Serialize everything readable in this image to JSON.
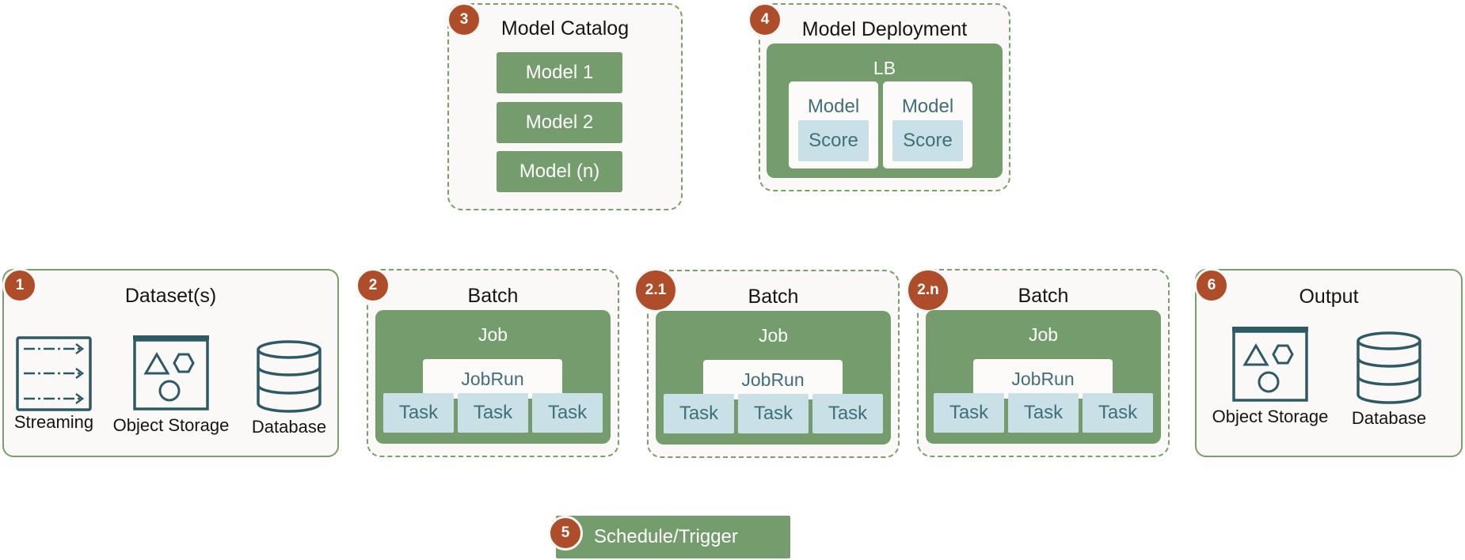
{
  "model_catalog": {
    "badge": "3",
    "title": "Model Catalog",
    "models": [
      "Model 1",
      "Model 2",
      "Model (n)"
    ]
  },
  "model_deployment": {
    "badge": "4",
    "title": "Model Deployment",
    "lb_label": "LB",
    "cards": [
      {
        "model_label": "Model",
        "score_label": "Score"
      },
      {
        "model_label": "Model",
        "score_label": "Score"
      }
    ]
  },
  "datasets": {
    "badge": "1",
    "title": "Dataset(s)",
    "items": [
      {
        "icon": "streaming-icon",
        "label": "Streaming"
      },
      {
        "icon": "object-storage-icon",
        "label": "Object Storage"
      },
      {
        "icon": "database-icon",
        "label": "Database"
      }
    ]
  },
  "batches": [
    {
      "badge": "2",
      "title": "Batch",
      "job_label": "Job",
      "jobrun_label": "JobRun",
      "tasks": [
        "Task",
        "Task",
        "Task"
      ]
    },
    {
      "badge": "2.1",
      "title": "Batch",
      "job_label": "Job",
      "jobrun_label": "JobRun",
      "tasks": [
        "Task",
        "Task",
        "Task"
      ]
    },
    {
      "badge": "2.n",
      "title": "Batch",
      "job_label": "Job",
      "jobrun_label": "JobRun",
      "tasks": [
        "Task",
        "Task",
        "Task"
      ]
    }
  ],
  "output": {
    "badge": "6",
    "title": "Output",
    "items": [
      {
        "icon": "object-storage-icon",
        "label": "Object Storage"
      },
      {
        "icon": "database-icon",
        "label": "Database"
      }
    ]
  },
  "schedule": {
    "badge": "5",
    "label": "Schedule/Trigger"
  },
  "colors": {
    "accent_green": "#759c6c",
    "border_green": "#7a9f6b",
    "badge_orange": "#ad4d2a",
    "teal": "#3f6f7a",
    "light_teal": "#c9e1e6",
    "panel_bg": "#fbf9f7"
  }
}
